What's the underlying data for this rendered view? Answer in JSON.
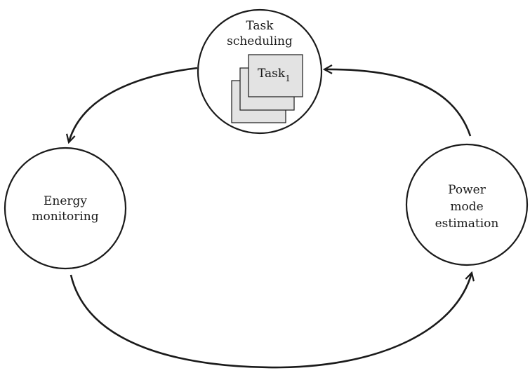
{
  "diagram": {
    "nodes": {
      "task_scheduling": {
        "line1": "Task",
        "line2": "scheduling"
      },
      "energy_monitoring": {
        "line1": "Energy",
        "line2": "monitoring"
      },
      "power_mode_estimation": {
        "line1": "Power",
        "line2": "mode",
        "line3": "estimation"
      }
    },
    "task_stack": {
      "label": "Task",
      "subscript": "1"
    },
    "colors": {
      "stroke": "#1a1a1a",
      "card_fill": "#e3e3e3",
      "background": "#ffffff"
    }
  }
}
